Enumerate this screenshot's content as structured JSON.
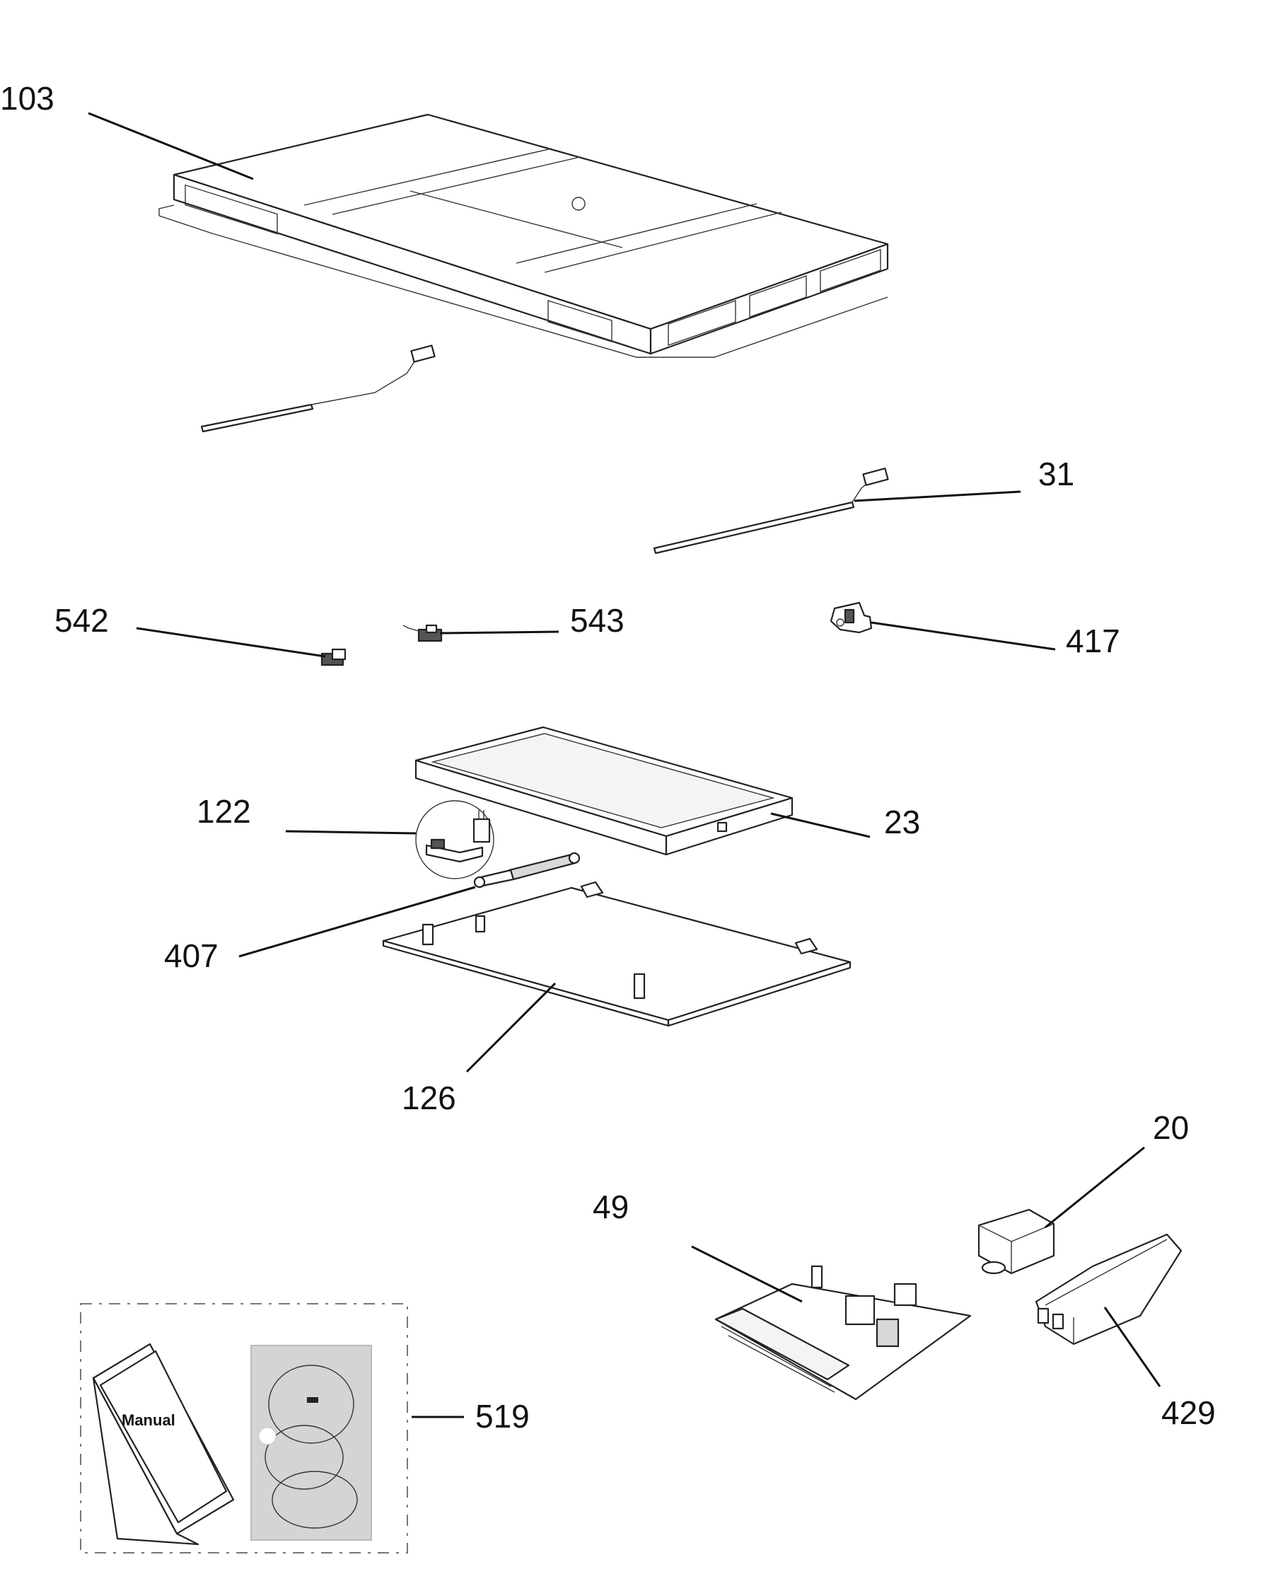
{
  "diagram": {
    "type": "exploded-parts-view",
    "colors": {
      "ink": "#111111",
      "line": "#222222",
      "panel": "#ffffff",
      "shade": "#d8d8d8",
      "dash": "#777777"
    },
    "parts": {
      "p103": "103",
      "p31": "31",
      "p542": "542",
      "p543": "543",
      "p417": "417",
      "p122": "122",
      "p23": "23",
      "p407": "407",
      "p126": "126",
      "p20": "20",
      "p49": "49",
      "p429": "429",
      "p519": "519"
    },
    "manual_label": "Manual"
  }
}
